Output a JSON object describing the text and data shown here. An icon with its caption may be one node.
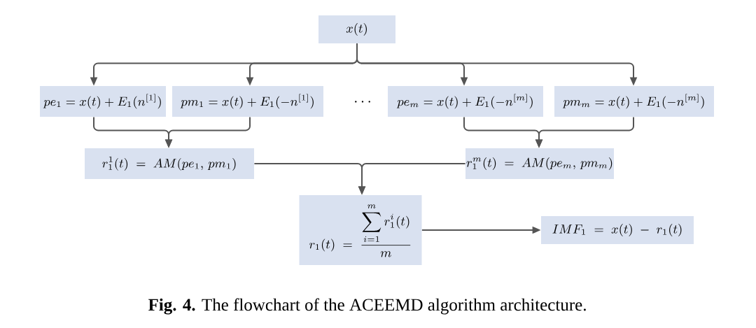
{
  "diagram": {
    "caption": "**Fig. 4.** The flowchart of the ACEEMD algorithm architecture.",
    "nodes": [
      {
        "text": [
          "x(t)"
        ]
      },
      {
        "text": [
          "pe_1 = x(t)+E_1(n^{[1]})"
        ]
      },
      {
        "text": [
          "pm_1 = x(t)+E_1(-n^{[1]})"
        ]
      },
      {
        "text": [
          "pe_m = x(t)+E_1(-n^{[m]})"
        ]
      },
      {
        "text": [
          "pm_m = x(t)+E_1(-n^{[m]})"
        ]
      },
      {
        "text": [
          "r_1^{1}(t) \\;=\\; AM(pe_1,\\, pm_1)"
        ]
      },
      {
        "text": [
          "r_1^{m}(t) \\;=\\; AM(pe_m,\\, pm_m)"
        ]
      },
      {
        "text": [
          "r_1(t) \\;=\\; \\frac{\\displaystyle\\sum_{i=1}^{m} r_1^{i}(t)}{m}"
        ]
      },
      {
        "text": [
          "IMF_1 \\;=\\; x(t) \\;-\\; r_1(t)"
        ]
      }
    ],
    "edges": [
      {
        "from": 0,
        "to": 1,
        "arrow": "to"
      },
      {
        "from": 0,
        "to": 2,
        "arrow": "to"
      },
      {
        "from": 0,
        "to": 3,
        "arrow": "to"
      },
      {
        "from": 0,
        "to": 4,
        "arrow": "to"
      },
      {
        "from": 1,
        "to": 5,
        "arrow": "to"
      },
      {
        "from": 2,
        "to": 5,
        "arrow": "to"
      },
      {
        "from": 3,
        "to": 6,
        "arrow": "to"
      },
      {
        "from": 4,
        "to": 6,
        "arrow": "to"
      },
      {
        "from": 5,
        "to": 7,
        "arrow": "to"
      },
      {
        "from": 6,
        "to": 7,
        "arrow": "to"
      },
      {
        "from": 7,
        "to": 8,
        "arrow": "to"
      }
    ],
    "labels": [
      "\\cdots"
    ]
  }
}
